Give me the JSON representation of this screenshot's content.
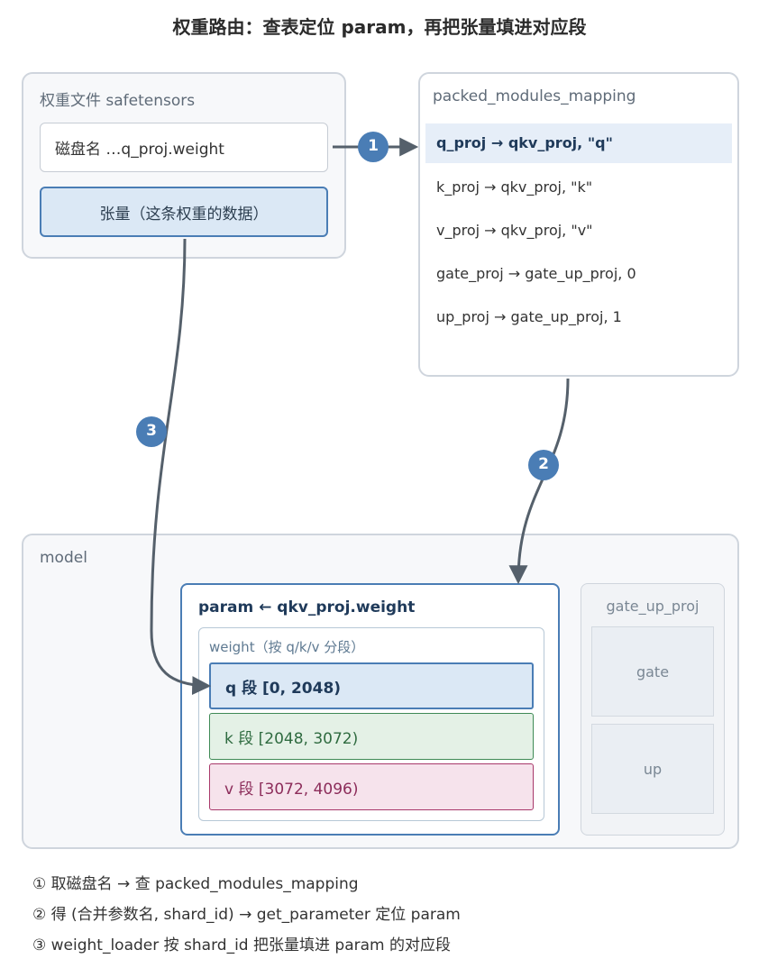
{
  "title": "权重路由：查表定位 param，再把张量填进对应段",
  "file_panel": {
    "label": "权重文件 safetensors",
    "disk_name": "磁盘名 …q_proj.weight",
    "tensor": "张量（这条权重的数据）"
  },
  "mapping_panel": {
    "label": "packed_modules_mapping",
    "rows": [
      "q_proj → qkv_proj, \"q\"",
      "k_proj → qkv_proj, \"k\"",
      "v_proj → qkv_proj, \"v\"",
      "gate_proj → gate_up_proj, 0",
      "up_proj → gate_up_proj, 1"
    ]
  },
  "model_panel": {
    "label": "model",
    "param_title": "param ← qkv_proj.weight",
    "weight_label": "weight（按 q/k/v 分段）",
    "segments": [
      "q 段 [0, 2048)",
      "k 段 [2048, 3072)",
      "v 段 [3072, 4096)"
    ],
    "gate_up": {
      "label": "gate_up_proj",
      "gate": "gate",
      "up": "up"
    }
  },
  "steps": {
    "s1": "1",
    "s2": "2",
    "s3": "3"
  },
  "footnotes": [
    "① 取磁盘名 → 查 packed_modules_mapping",
    "② 得 (合并参数名, shard_id) → get_parameter 定位 param",
    "③ weight_loader 按 shard_id 把张量填进 param 的对应段"
  ],
  "colors": {
    "accent": "#4a7db5",
    "arrow": "#55606b",
    "k": "#3f8a55",
    "v": "#a8386a"
  }
}
